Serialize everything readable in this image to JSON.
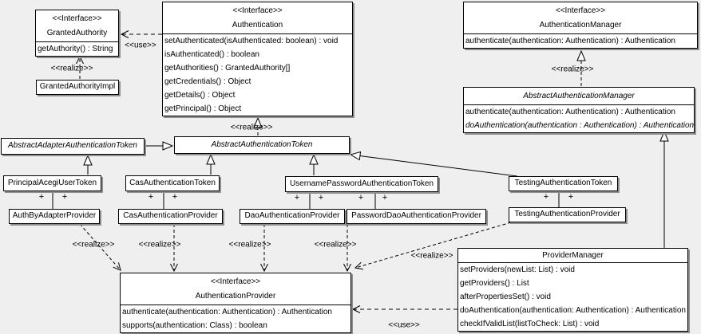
{
  "labels": {
    "realize": "<<realize>>",
    "use": "<<use>>",
    "plus": "+"
  },
  "stereotype_interface": "<<Interface>>",
  "classes": {
    "granted_authority": {
      "stereotype": "<<Interface>>",
      "name": "GrantedAuthority",
      "methods": [
        "getAuthority() : String"
      ]
    },
    "granted_authority_impl": {
      "name": "GrantedAuthorityImpl"
    },
    "authentication": {
      "stereotype": "<<Interface>>",
      "name": "Authentication",
      "methods": [
        "setAuthenticated(isAuthenticated: boolean) : void",
        "isAuthenticated() : boolean",
        "getAuthorities() : GrantedAuthority[]",
        "getCredentials() : Object",
        "getDetails() : Object",
        "getPrincipal() : Object"
      ]
    },
    "authentication_manager": {
      "stereotype": "<<Interface>>",
      "name": "AuthenticationManager",
      "methods": [
        "authenticate(authentication: Authentication) : Authentication"
      ]
    },
    "abstract_authentication_manager": {
      "name": "AbstractAuthenticationManager",
      "methods": [
        "authenticate(authentication: Authentication) : Authentication",
        "doAuthentication(authentication : Authentication) : Authentication"
      ]
    },
    "abstract_adapter_authentication_token": {
      "name": "AbstractAdapterAuthenticationToken"
    },
    "abstract_authentication_token": {
      "name": "AbstractAuthenticationToken"
    },
    "principal_acegi_user_token": {
      "name": "PrincipalAcegiUserToken"
    },
    "cas_authentication_token": {
      "name": "CasAuthenticationToken"
    },
    "username_password_authentication_token": {
      "name": "UsernamePasswordAuthenticationToken"
    },
    "testing_authentication_token": {
      "name": "TestingAuthenticationToken"
    },
    "auth_by_adapter_provider": {
      "name": "AuthByAdapterProvider"
    },
    "cas_authentication_provider": {
      "name": "CasAuthenticationProvider"
    },
    "dao_authentication_provider": {
      "name": "DaoAuthenticationProvider"
    },
    "password_dao_authentication_provider": {
      "name": "PasswordDaoAuthenticationProvider"
    },
    "testing_authentication_provider": {
      "name": "TestingAuthenticationProvider"
    },
    "authentication_provider": {
      "stereotype": "<<Interface>>",
      "name": "AuthenticationProvider",
      "methods": [
        "authenticate(authentication: Authentication) : Authentication",
        "supports(authentication: Class) : boolean"
      ]
    },
    "provider_manager": {
      "name": "ProviderManager",
      "methods": [
        "setProviders(newList: List) : void",
        "getProviders() : List",
        "afterPropertiesSet() : void",
        "doAuthentication(authentication: Authentication) : Authentication",
        "checkIfValidList(listToCheck: List) : void"
      ]
    }
  }
}
